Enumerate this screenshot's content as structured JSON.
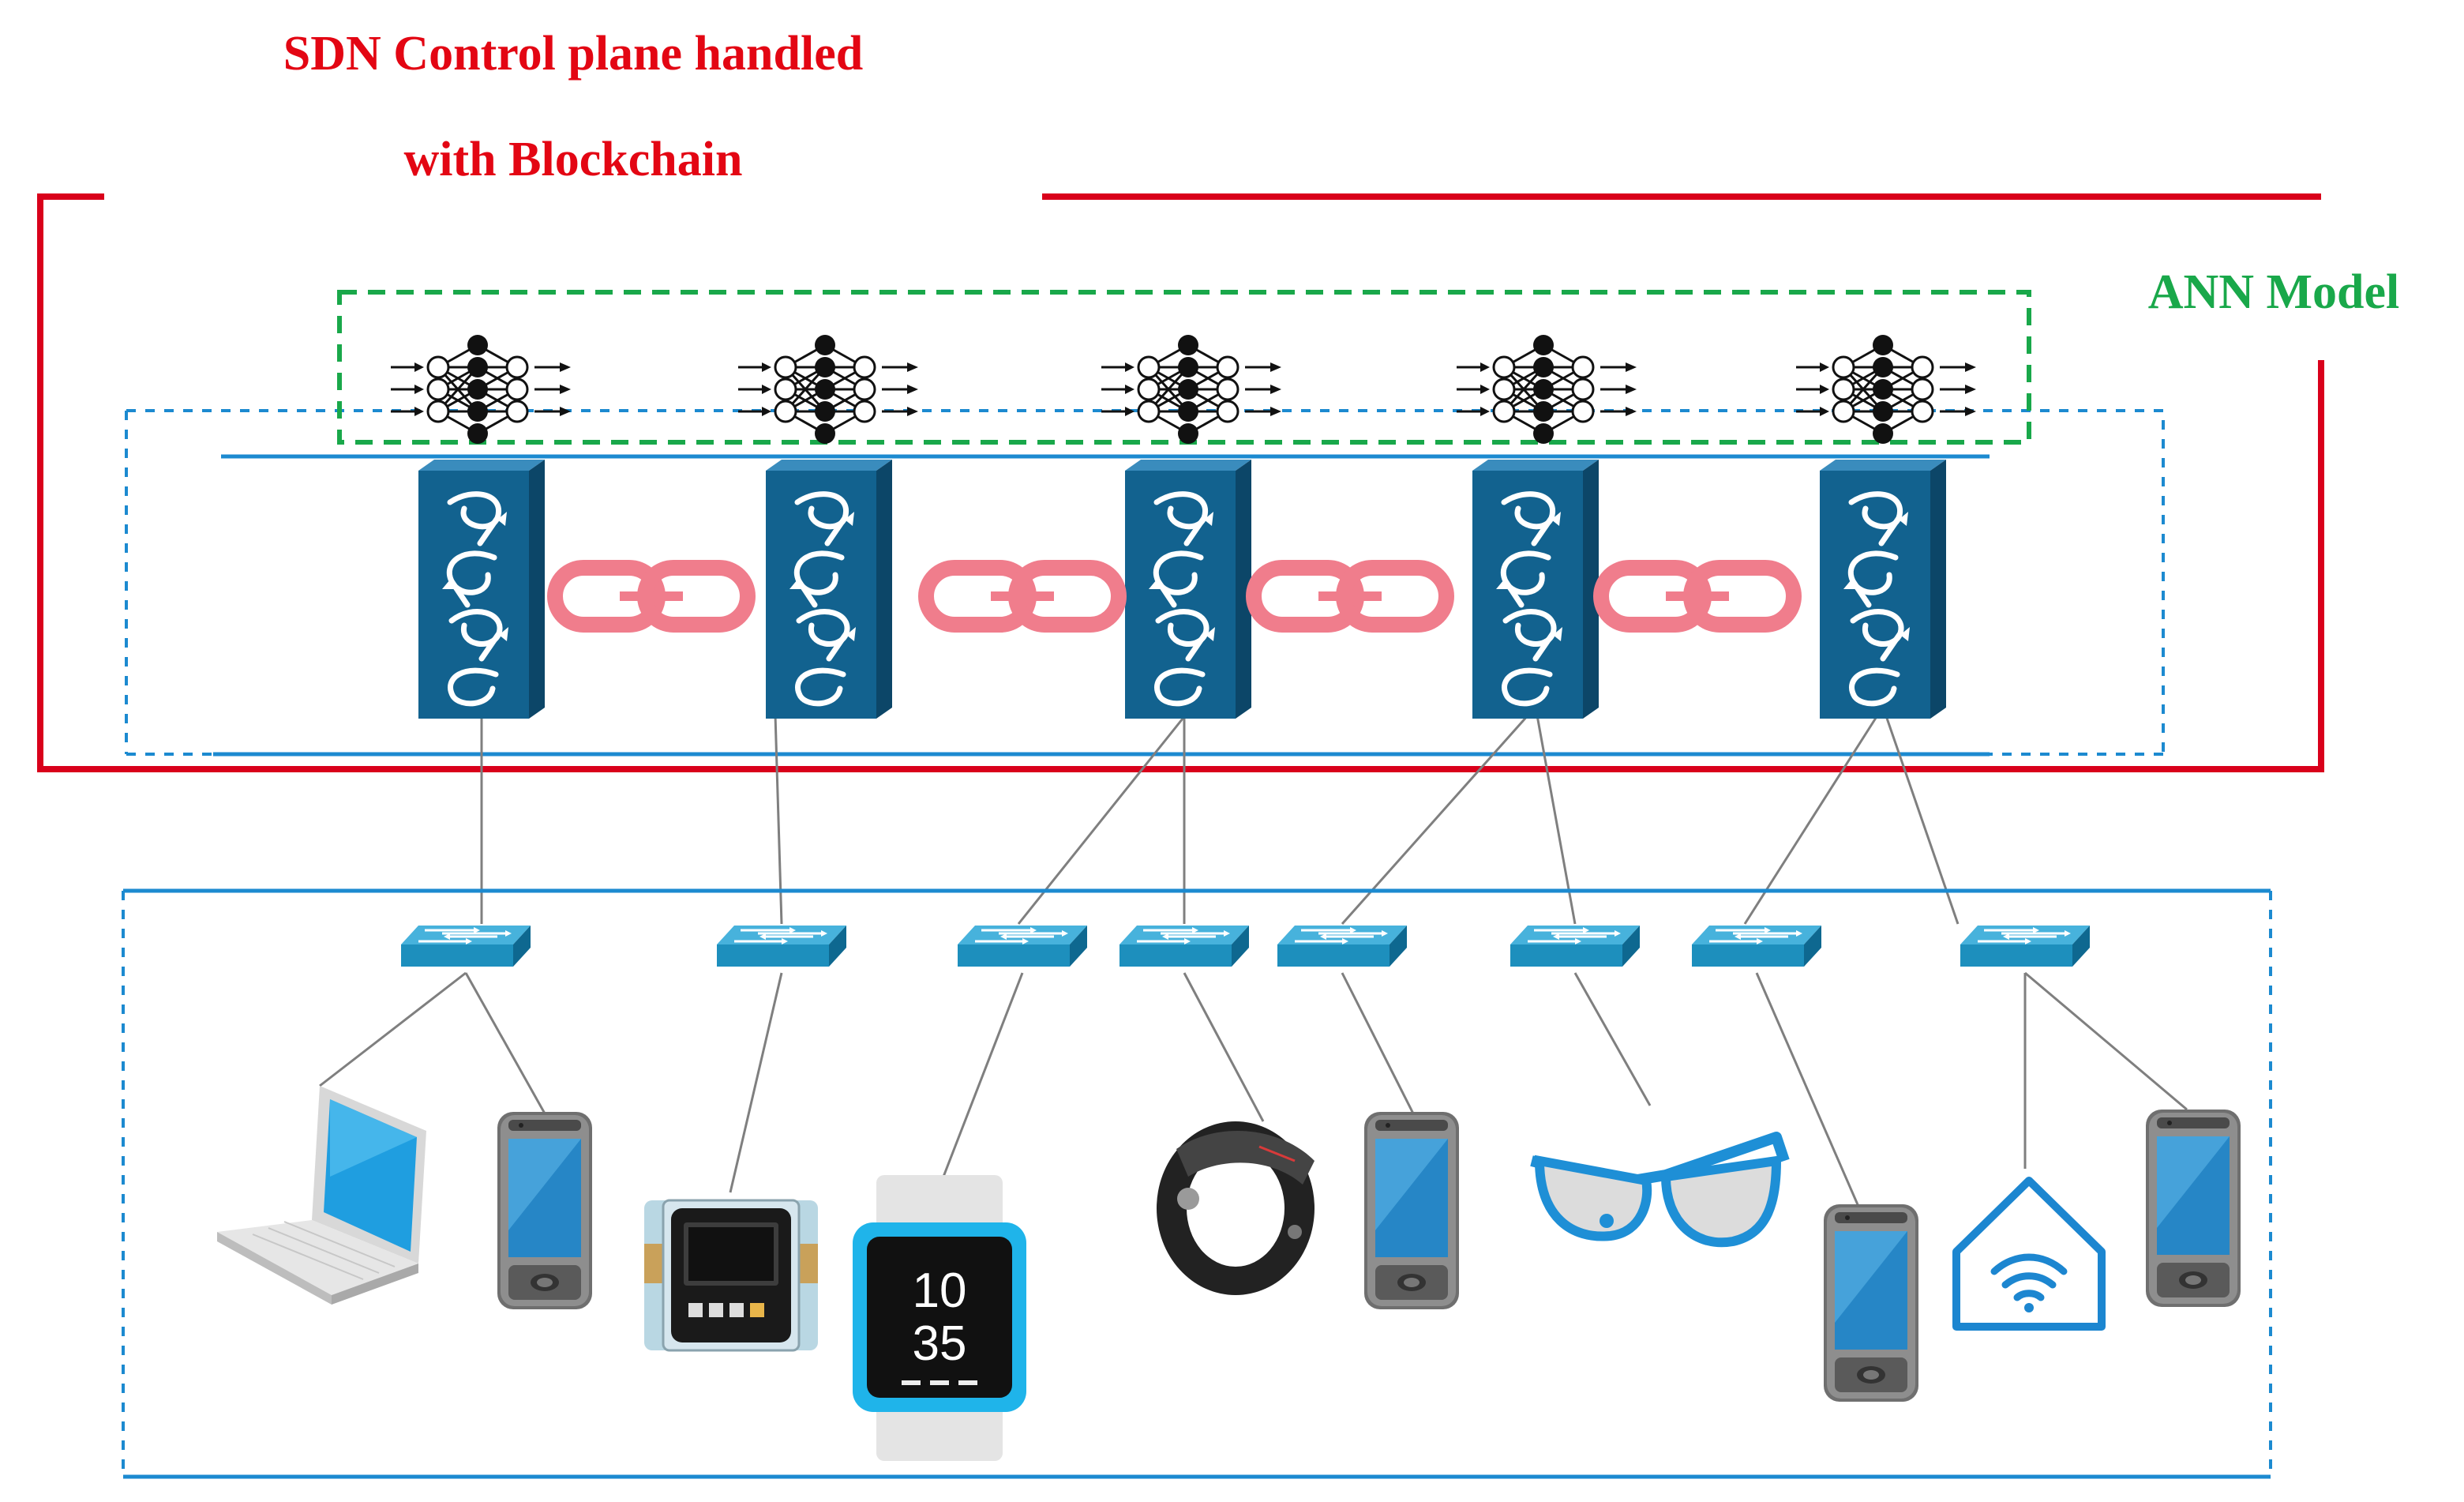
{
  "title": {
    "line1": "SDN Control plane handled",
    "line2": "with Blockchain"
  },
  "ann_label": "ANN Model",
  "watch": {
    "hour": "10",
    "minute": "35"
  },
  "colors": {
    "control_plane_border": "#d9001b",
    "title_text": "#e30613",
    "ann_border": "#19a84a",
    "ann_text": "#19a84a",
    "blockchain_line": "#1c8ad0",
    "data_plane_line": "#1c8ad0",
    "controller": "#12628f",
    "chain_link": "#f07d8c",
    "switch": "#1d8fbd",
    "connection_line": "#7f7f7f"
  },
  "elements": {
    "controllers": [
      "controller-1",
      "controller-2",
      "controller-3",
      "controller-4",
      "controller-5"
    ],
    "neural_nets": [
      "neural-net-icon-1",
      "neural-net-icon-2",
      "neural-net-icon-3",
      "neural-net-icon-4",
      "neural-net-icon-5"
    ],
    "chain_links": [
      "chain-link-1-2",
      "chain-link-2-3",
      "chain-link-3-4",
      "chain-link-4-5"
    ],
    "switches": [
      "switch-1",
      "switch-2",
      "switch-3",
      "switch-4",
      "switch-5",
      "switch-6",
      "switch-7",
      "switch-8"
    ],
    "devices": [
      "laptop-icon",
      "smartphone-icon",
      "smart-meter-icon",
      "smartwatch-icon",
      "fitness-band-icon",
      "smartphone-icon",
      "smart-glasses-icon",
      "smartphone-icon",
      "smart-home-icon",
      "smartphone-icon"
    ]
  }
}
